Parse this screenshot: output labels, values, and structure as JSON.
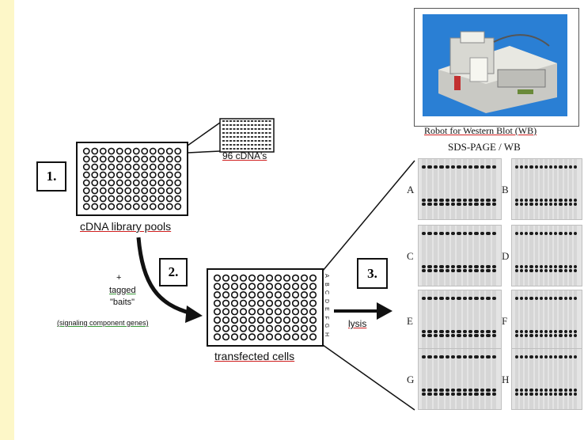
{
  "steps": {
    "one": "1.",
    "two": "2.",
    "three": "3."
  },
  "labels": {
    "cdna_count": "96 cDNA's",
    "library": "cDNA library pools",
    "plus": "+",
    "tagged": "tagged",
    "baits": "\"baits\"",
    "signaling": "(signaling component genes)",
    "lysis": "lysis",
    "transfected": "transfected cells",
    "robot_caption": "Robot for Western Blot (WB)",
    "sds_title": "SDS-PAGE / WB"
  },
  "row_letters": [
    "A",
    "B",
    "C",
    "D",
    "E",
    "F",
    "G",
    "H"
  ],
  "blot_letters": [
    "A",
    "B",
    "C",
    "D",
    "E",
    "F",
    "G",
    "H"
  ],
  "colors": {
    "strip": "#fdf7c8",
    "photo_bg": "#1f6fc0",
    "blot_bg": "#e4e4e4",
    "underline": "#d02020"
  }
}
